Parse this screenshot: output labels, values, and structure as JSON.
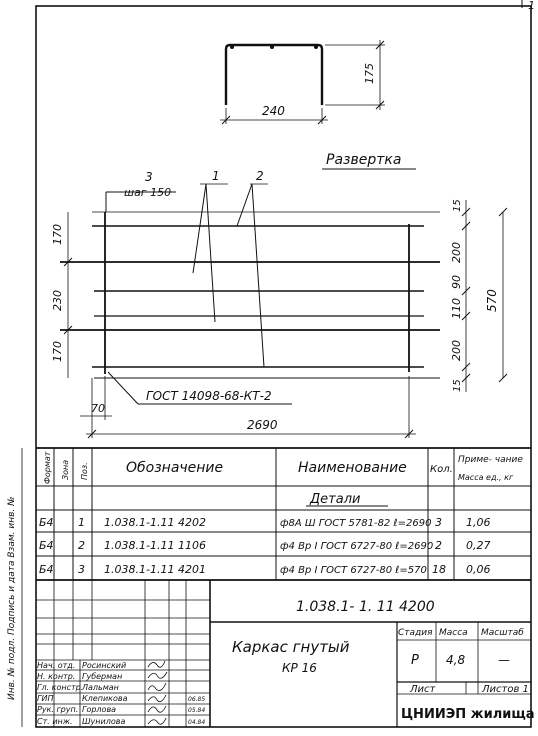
{
  "drawing": {
    "corner_mark": "1",
    "profile": {
      "width_label": "240",
      "height_label": "175"
    },
    "development_title": "Развертка",
    "callouts": {
      "c3": "3",
      "c1": "1",
      "c2": "2",
      "step": "шаг 150"
    },
    "left_dims": [
      "170",
      "230",
      "170"
    ],
    "right_dims": [
      "15",
      "200",
      "90",
      "110",
      "200",
      "15"
    ],
    "total_right": "570",
    "weld_note": "ГОСТ 14098-68-КТ-2",
    "offset_dim": "70",
    "length_dim": "2690"
  },
  "spec": {
    "headers": {
      "format": "Формат",
      "zone": "Зона",
      "pos": "Поз.",
      "designation": "Обозначение",
      "name": "Наименование",
      "qty": "Кол.",
      "note": "Приме- чание",
      "mass": "Масса ед., кг"
    },
    "section": "Детали",
    "rows": [
      {
        "format": "Б4",
        "pos": "1",
        "designation": "1.038.1-1.11   4202",
        "name": "ф8А Ш ГОСТ 5781-82 ℓ=2690",
        "qty": "3",
        "mass": "1,06"
      },
      {
        "format": "Б4",
        "pos": "2",
        "designation": "1.038.1-1.11   1106",
        "name": "ф4 Вр I ГОСТ 6727-80 ℓ=2690",
        "qty": "2",
        "mass": "0,27"
      },
      {
        "format": "Б4",
        "pos": "3",
        "designation": "1.038.1-1.11   4201",
        "name": "ф4 Вр I ГОСТ 6727-80 ℓ=570",
        "qty": "18",
        "mass": "0,06"
      }
    ]
  },
  "sidebar_text": "Инв. № подл. Подпись и дата Взам. инв. №",
  "titleblock": {
    "code": "1.038.1- 1. 11   4200",
    "title": "Каркас гнутый",
    "subtitle": "КР 16",
    "stage_label": "Стадия",
    "mass_label": "Масса",
    "scale_label": "Масштаб",
    "stage": "Р",
    "mass": "4,8",
    "scale": "—",
    "sheet_label": "Лист",
    "sheets_label": "Листов 1",
    "org": "ЦНИИЭП жилища",
    "signers": [
      {
        "role": "Нач. отд.",
        "name": "Росинский",
        "date": ""
      },
      {
        "role": "Н. контр.",
        "name": "Губерман",
        "date": ""
      },
      {
        "role": "Гл. констр.",
        "name": "Лальман",
        "date": ""
      },
      {
        "role": "ГИП",
        "name": "Клепикова",
        "date": "06.85"
      },
      {
        "role": "Рук. груп.",
        "name": "Горлова",
        "date": "05.84"
      },
      {
        "role": "Ст. инж.",
        "name": "Шунилова",
        "date": "04.84"
      }
    ]
  }
}
